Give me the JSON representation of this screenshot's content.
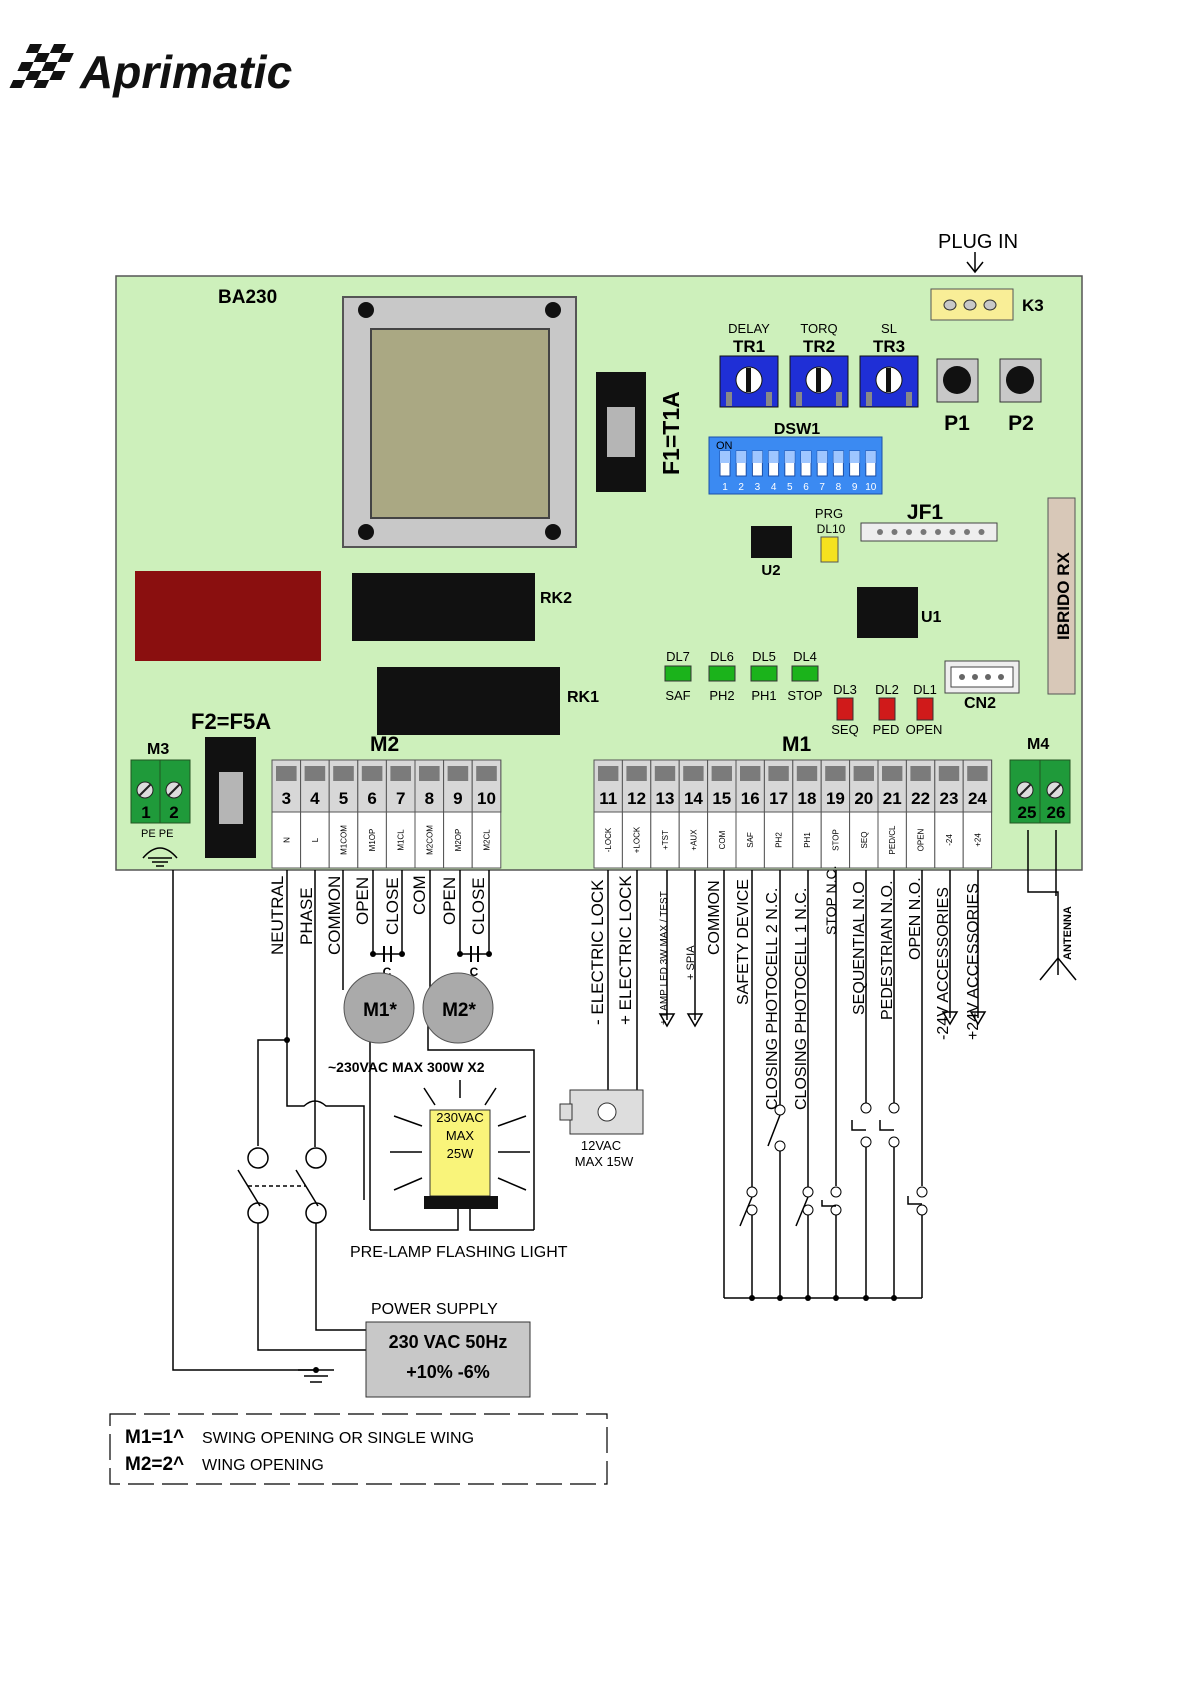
{
  "header": {
    "logo_text": "Aprimatic"
  },
  "plug_in": "PLUG IN",
  "board": {
    "name": "BA230",
    "fuse1": "F1=T1A",
    "fuse2": "F2=F5A",
    "k3": "K3",
    "trimmers": [
      {
        "top": "DELAY",
        "name": "TR1"
      },
      {
        "top": "TORQ",
        "name": "TR2"
      },
      {
        "top": "SL",
        "name": "TR3"
      }
    ],
    "buttons": [
      "P1",
      "P2"
    ],
    "dsw_name": "DSW1",
    "dsw_on": "ON",
    "dsw_numbers": [
      "1",
      "2",
      "3",
      "4",
      "5",
      "6",
      "7",
      "8",
      "9",
      "10"
    ],
    "prg": "PRG",
    "dl10": "DL10",
    "jf1": "JF1",
    "u2": "U2",
    "u1": "U1",
    "rx": "IBRIDO RX",
    "rk2": "RK2",
    "rk1": "RK1",
    "cn2": "CN2",
    "leds_green": [
      {
        "id": "DL7",
        "label": "SAF"
      },
      {
        "id": "DL6",
        "label": "PH2"
      },
      {
        "id": "DL5",
        "label": "PH1"
      },
      {
        "id": "DL4",
        "label": "STOP"
      }
    ],
    "leds_red": [
      {
        "id": "DL3",
        "label": "SEQ"
      },
      {
        "id": "DL2",
        "label": "PED"
      },
      {
        "id": "DL1",
        "label": "OPEN"
      }
    ],
    "m3": {
      "name": "M3",
      "terms": [
        "1",
        "2"
      ],
      "pe": "PE PE"
    },
    "m4": {
      "name": "M4",
      "terms": [
        "25",
        "26"
      ]
    },
    "m2": {
      "name": "M2",
      "terms": [
        {
          "n": "3",
          "sub": "N"
        },
        {
          "n": "4",
          "sub": "L"
        },
        {
          "n": "5",
          "sub": "M1COM"
        },
        {
          "n": "6",
          "sub": "M1OP"
        },
        {
          "n": "7",
          "sub": "M1CL"
        },
        {
          "n": "8",
          "sub": "M2COM"
        },
        {
          "n": "9",
          "sub": "M2OP"
        },
        {
          "n": "10",
          "sub": "M2CL"
        }
      ]
    },
    "m1": {
      "name": "M1",
      "terms": [
        {
          "n": "11",
          "sub": "-LOCK"
        },
        {
          "n": "12",
          "sub": "+LOCK"
        },
        {
          "n": "13",
          "sub": "+TST"
        },
        {
          "n": "14",
          "sub": "+AUX"
        },
        {
          "n": "15",
          "sub": "COM"
        },
        {
          "n": "16",
          "sub": "SAF"
        },
        {
          "n": "17",
          "sub": "PH2"
        },
        {
          "n": "18",
          "sub": "PH1"
        },
        {
          "n": "19",
          "sub": "STOP"
        },
        {
          "n": "20",
          "sub": "SEQ"
        },
        {
          "n": "21",
          "sub": "PED/CL"
        },
        {
          "n": "22",
          "sub": "OPEN"
        },
        {
          "n": "23",
          "sub": "-24"
        },
        {
          "n": "24",
          "sub": "+24"
        }
      ]
    }
  },
  "wiring": {
    "m2_labels": [
      "NEUTRAL",
      "PHASE",
      "COMMON",
      "OPEN",
      "CLOSE",
      "COM",
      "OPEN",
      "CLOSE"
    ],
    "cap": "C",
    "motor1": "M1*",
    "motor2": "M2*",
    "motor_rating": "~230VAC MAX 300W X2",
    "m1_labels": [
      "- ELECTRIC LOCK",
      "+ ELECTRIC LOCK",
      "+ LAMP LED 3W MAX / TEST",
      "+ SPIA",
      "COMMON",
      "SAFETY DEVICE",
      "CLOSING PHOTOCELL 2 N.C.",
      "CLOSING PHOTOCELL 1 N.C.",
      "STOP N.C.",
      "SEQUENTIAL N.O",
      "PEDESTRIAN N.O.",
      "OPEN N.O.",
      "-24V ACCESSORIES",
      "+24V ACCESSORIES"
    ],
    "antenna": "ANTENNA",
    "lock_rating": [
      "12VAC",
      "MAX 15W"
    ],
    "lamp_rating": [
      "230VAC",
      "MAX",
      "25W"
    ],
    "lamp_caption": "PRE-LAMP FLASHING LIGHT",
    "power_title": "POWER SUPPLY",
    "power_lines": [
      "230 VAC 50Hz",
      "+10% -6%"
    ]
  },
  "legend": {
    "items": [
      {
        "key": "M1=1^",
        "text": "SWING OPENING OR SINGLE WING"
      },
      {
        "key": "M2=2^",
        "text": "WING OPENING"
      }
    ]
  }
}
